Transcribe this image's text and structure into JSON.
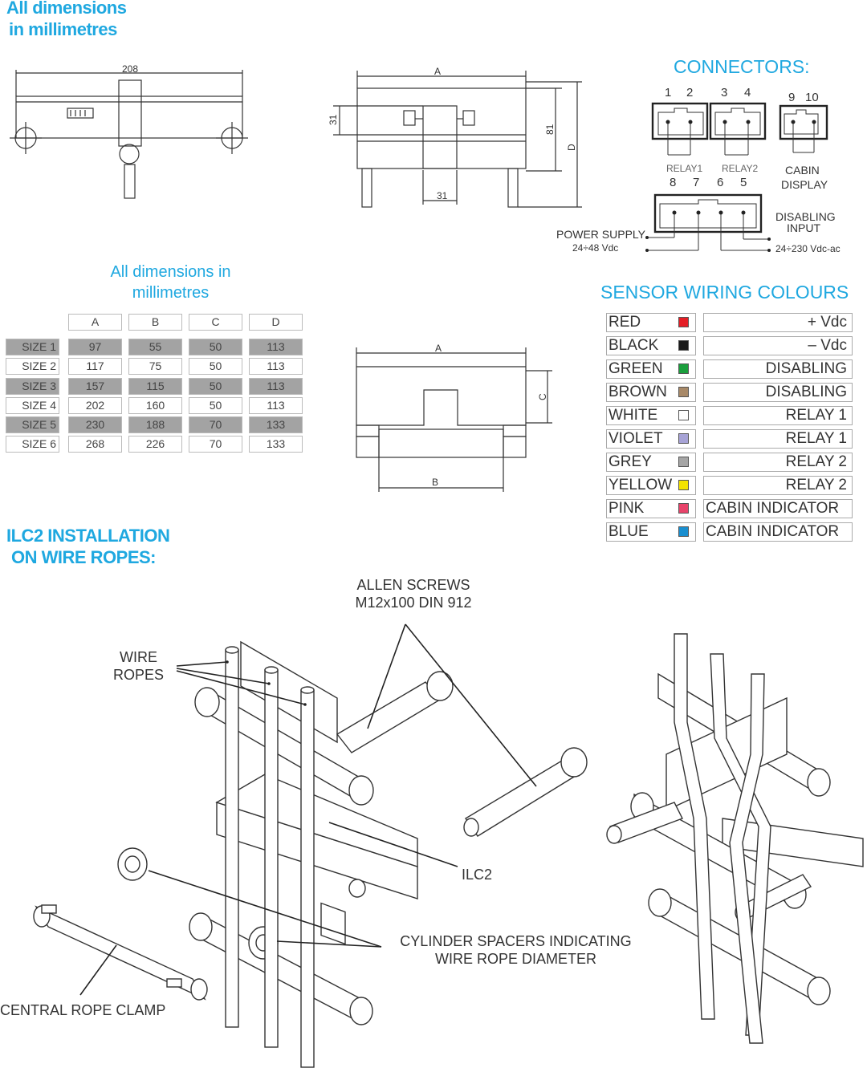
{
  "headings": {
    "top_left_line1": "All dimensions",
    "top_left_line2": "in millimetres",
    "connectors": "CONNECTORS:",
    "table_title_line1": "All dimensions in",
    "table_title_line2": "millimetres",
    "wiring_title": "SENSOR WIRING COLOURS",
    "install_line1": "ILC2 INSTALLATION",
    "install_line2": "ON WIRE ROPES:"
  },
  "dimensions": {
    "top_width": "208",
    "front_A": "A",
    "front_31_vertical": "31",
    "front_31_horizontal": "31",
    "front_81": "81",
    "front_D": "D",
    "side_A": "A",
    "side_B": "B",
    "side_C": "C"
  },
  "connectors": {
    "pin_numbers_top": [
      "1",
      "2",
      "3",
      "4",
      "9",
      "10"
    ],
    "pin_numbers_bottom": [
      "8",
      "7",
      "6",
      "5"
    ],
    "relay1": "RELAY1",
    "relay2": "RELAY2",
    "cabin_line1": "CABIN",
    "cabin_line2": "DISPLAY",
    "disabling_line1": "DISABLING",
    "disabling_line2": "INPUT",
    "power_line1": "POWER SUPPLY",
    "power_line2": "24÷48 Vdc",
    "disabling_voltage": "24÷230 Vdc-ac"
  },
  "size_table": {
    "columns": [
      "A",
      "B",
      "C",
      "D"
    ],
    "rows": [
      {
        "label": "SIZE 1",
        "values": [
          "97",
          "55",
          "50",
          "113"
        ]
      },
      {
        "label": "SIZE 2",
        "values": [
          "117",
          "75",
          "50",
          "113"
        ]
      },
      {
        "label": "SIZE 3",
        "values": [
          "157",
          "115",
          "50",
          "113"
        ]
      },
      {
        "label": "SIZE 4",
        "values": [
          "202",
          "160",
          "50",
          "113"
        ]
      },
      {
        "label": "SIZE 5",
        "values": [
          "230",
          "188",
          "70",
          "133"
        ]
      },
      {
        "label": "SIZE 6",
        "values": [
          "268",
          "226",
          "70",
          "133"
        ]
      }
    ]
  },
  "wiring": [
    {
      "name": "RED",
      "color": "#e41e26",
      "function": "+ Vdc"
    },
    {
      "name": "BLACK",
      "color": "#1a1a1a",
      "function": "– Vdc"
    },
    {
      "name": "GREEN",
      "color": "#1a9f3c",
      "function": "DISABLING"
    },
    {
      "name": "BROWN",
      "color": "#a88968",
      "function": "DISABLING"
    },
    {
      "name": "WHITE",
      "color": "#ffffff",
      "function": "RELAY 1"
    },
    {
      "name": "VIOLET",
      "color": "#a7a3d6",
      "function": "RELAY 1"
    },
    {
      "name": "GREY",
      "color": "#a5a5a5",
      "function": "RELAY 2"
    },
    {
      "name": "YELLOW",
      "color": "#f5e400",
      "function": "RELAY 2"
    },
    {
      "name": "PINK",
      "color": "#e8436a",
      "function": "CABIN INDICATOR"
    },
    {
      "name": "BLUE",
      "color": "#1a8fd0",
      "function": "CABIN INDICATOR"
    }
  ],
  "install_labels": {
    "allen_line1": "ALLEN SCREWS",
    "allen_line2": "M12x100 DIN 912",
    "wire_line1": "WIRE",
    "wire_line2": "ROPES",
    "ilc2": "ILC2",
    "spacers_line1": "CYLINDER SPACERS INDICATING",
    "spacers_line2": "WIRE ROPE DIAMETER",
    "clamp": "CENTRAL ROPE CLAMP"
  }
}
